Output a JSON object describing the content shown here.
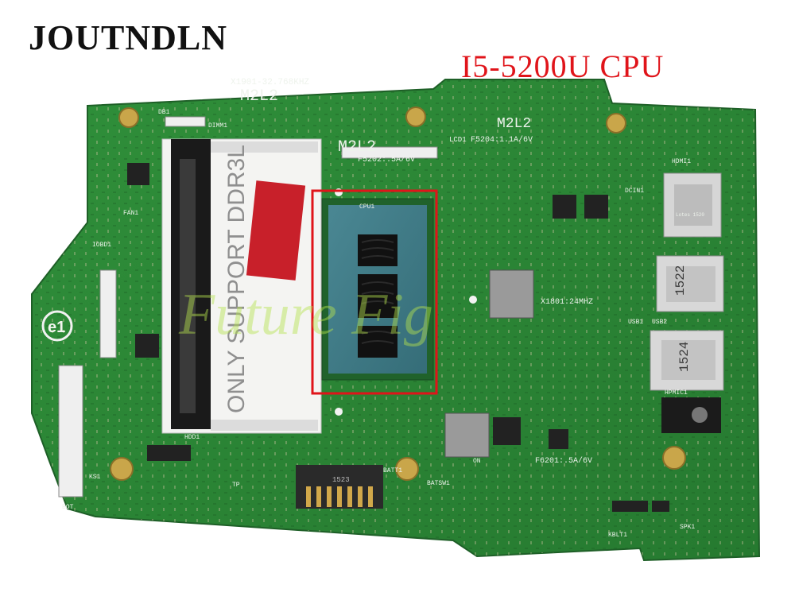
{
  "brand_text": "JOUTNDLN",
  "cpu_caption": "I5-5200U CPU",
  "board_silkscreen": {
    "crystal_main": "X1901-32.768KHZ",
    "model_left": "M2L2",
    "model_center": "M2L2",
    "model_right": "M2L2",
    "dimm": "DIMM1",
    "db": "DB1",
    "lcd": "LCD1",
    "fuse_lcd": "F5204:1.1A/6V",
    "fuse_main": "F5202:.5A/6V",
    "cpu_ref": "CPU1",
    "ram_note": "ONLY SUPPORT DDR3L",
    "fan": "FAN1",
    "io": "IOBD1",
    "hdmi": "HDMI1",
    "dc_in": "DCIN1",
    "usb1": "USB1",
    "usb2": "USB2",
    "usb_port_a": "1522",
    "usb_port_b": "1524",
    "hdmi_port": "Lotes 1520",
    "crystal_24": "X1801:24MHZ",
    "headphone": "HPMIC1",
    "hdd": "HDD1",
    "tp": "TP",
    "ks": "KS1",
    "bot": "BOT",
    "battery": "BATT1",
    "battery_connector": "1523",
    "battery_switch": "BATSW1",
    "on_label": "ON",
    "fuse_bat": "F6201:.5A/6V",
    "kblt": "KBLT1",
    "speaker": "SPK1",
    "e1_logo": "e1"
  },
  "colors": {
    "pcb_green": "#2f8f3a",
    "pcb_dark": "#226d2c",
    "cpu_die": "#3f7a86",
    "highlight": "#e0141a",
    "caption_red": "#e0141a"
  }
}
